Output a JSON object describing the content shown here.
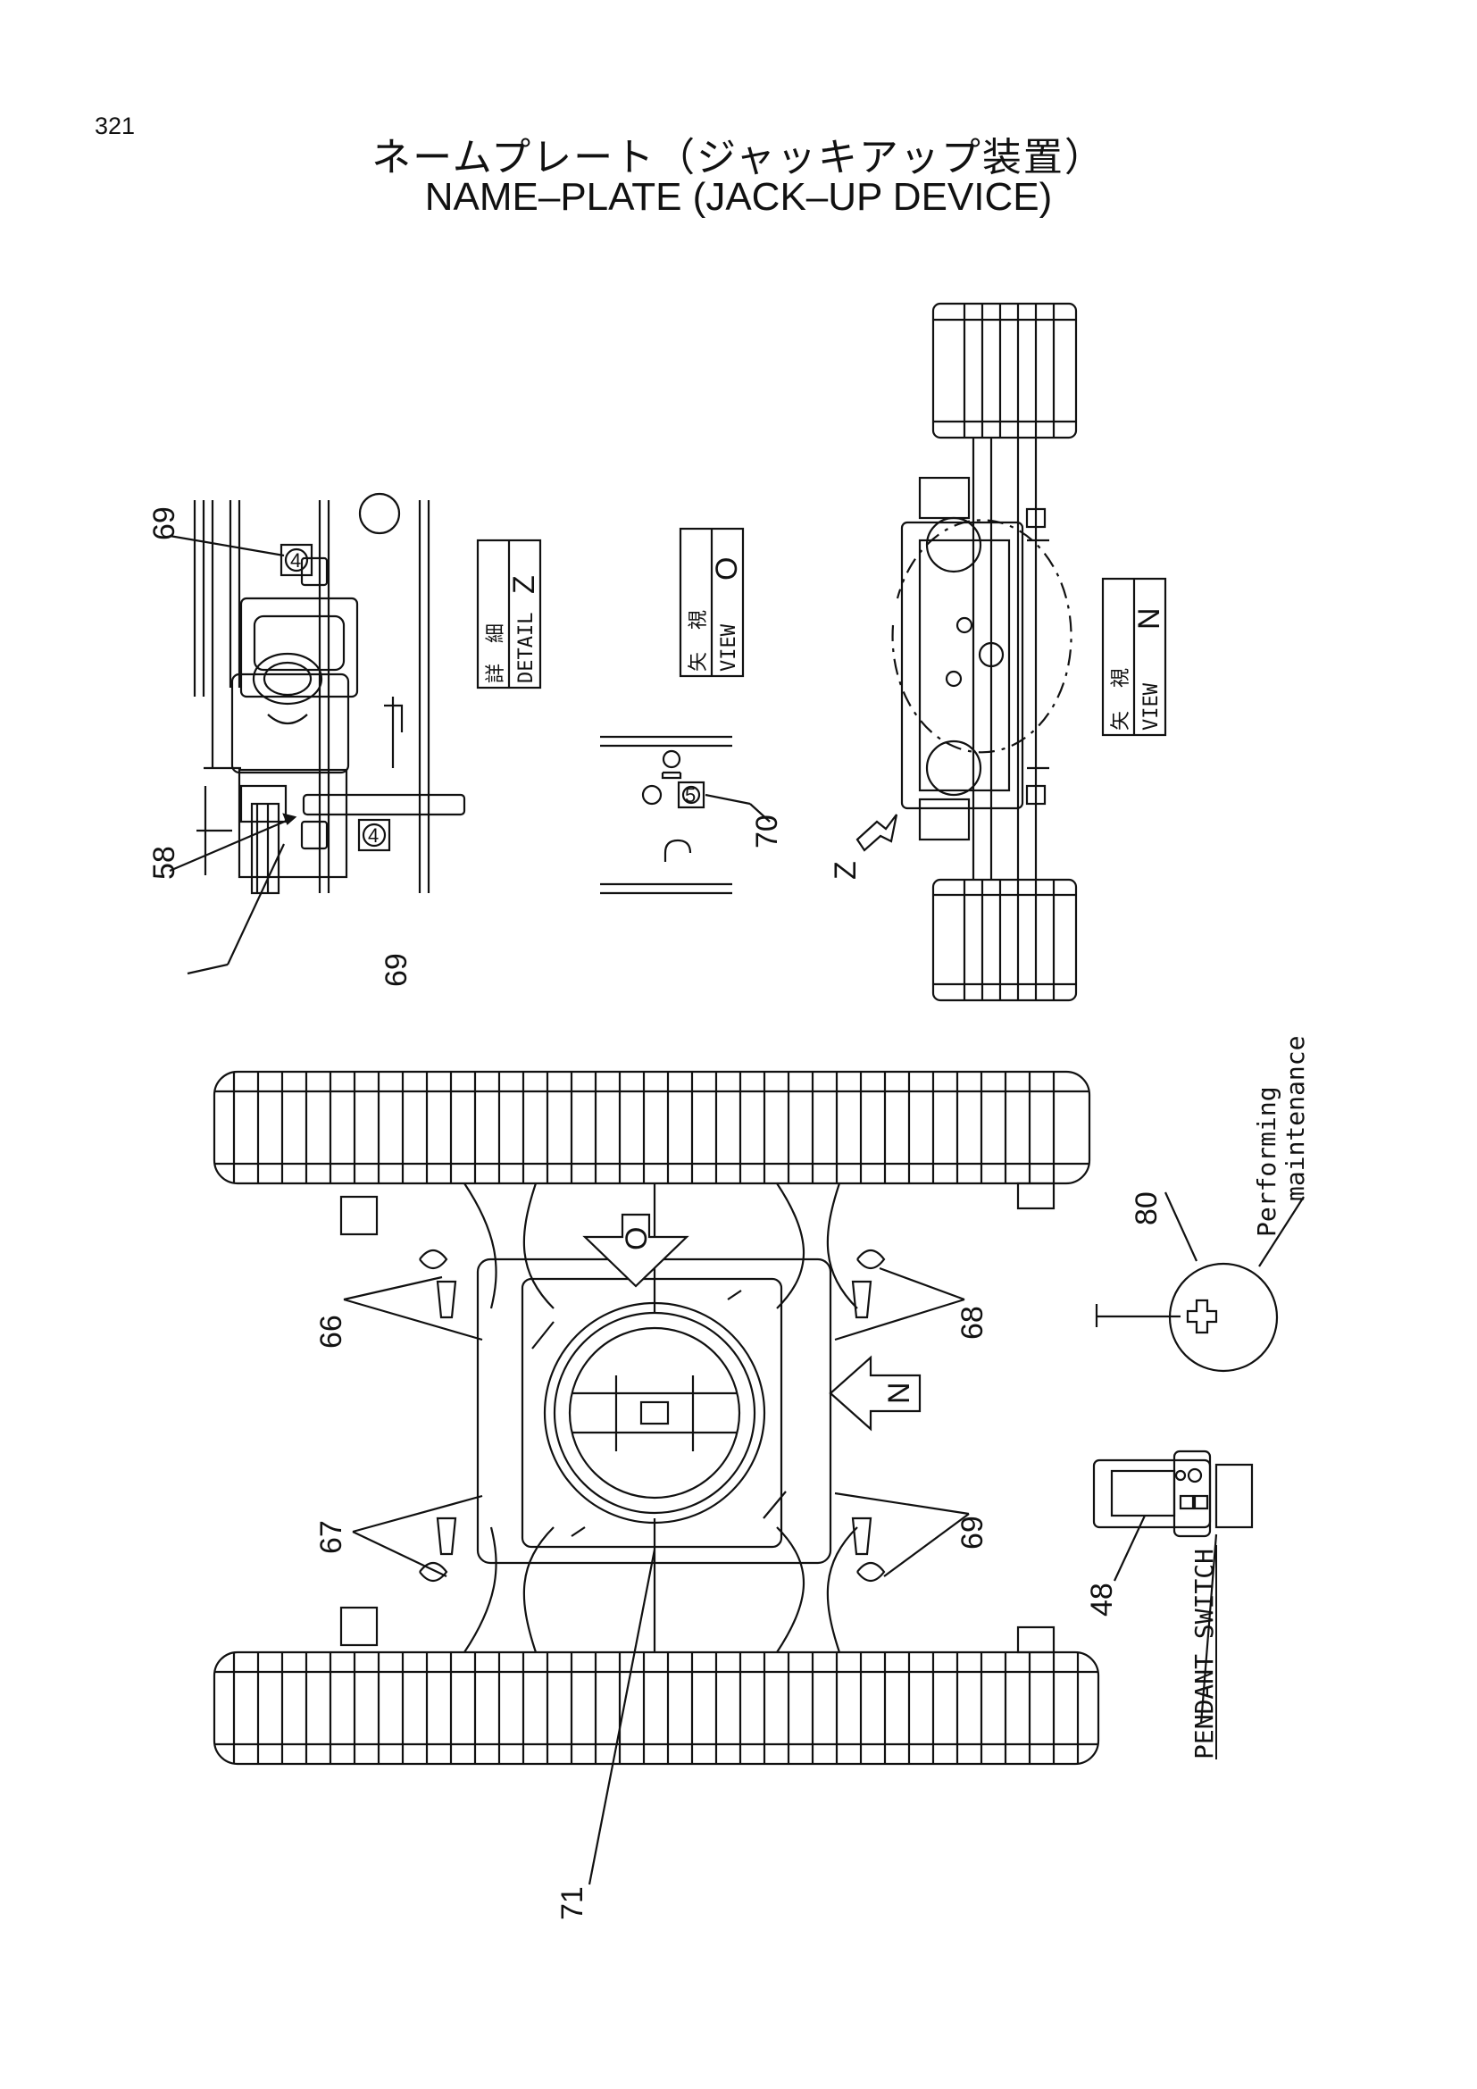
{
  "page": {
    "number": "321",
    "title_jp": "ネームプレート（ジャッキアップ装置）",
    "title_en": "NAME–PLATE (JACK–UP DEVICE)"
  },
  "callouts": {
    "c69a": "69",
    "c69b": "69",
    "c58": "58",
    "c70": "70",
    "c66": "66",
    "c67": "67",
    "c68": "68",
    "c69c": "69",
    "c80": "80",
    "c48": "48",
    "c71": "71"
  },
  "view_boxes": {
    "detail": {
      "jp1": "詳",
      "jp2": "細",
      "en": "DETAIL",
      "letter": "Z"
    },
    "view_o": {
      "jp1": "矢",
      "jp2": "視",
      "en": "VIEW",
      "letter": "O"
    },
    "view_n": {
      "jp1": "矢",
      "jp2": "視",
      "en": "VIEW",
      "letter": "N"
    }
  },
  "plate_marks": {
    "p4": "4",
    "p5": "5",
    "arrow_o": "O",
    "arrow_n": "N",
    "z": "Z"
  },
  "notes": {
    "performing": "Performing",
    "maintenance": "maintenance",
    "pendant_switch": "PENDANT SWITCH"
  }
}
